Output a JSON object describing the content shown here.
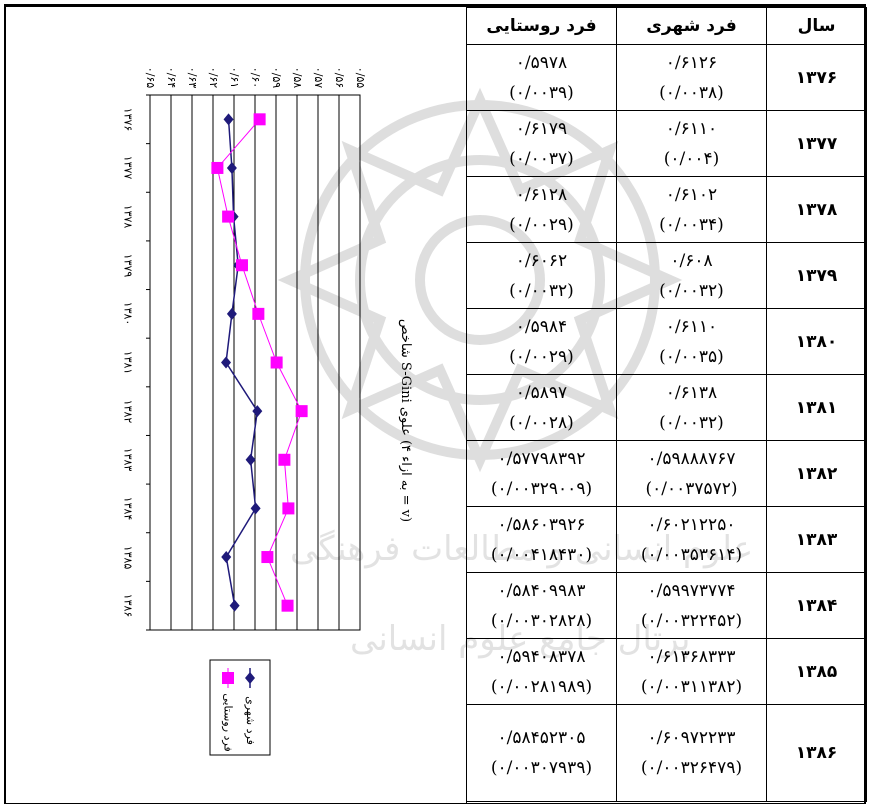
{
  "table": {
    "headers": [
      "سال",
      "فرد شهری",
      "فرد روستایی"
    ],
    "rows": [
      {
        "year": "۱۳۷۶",
        "urban": "۰/۶۱۲۶",
        "urban_se": "(۰/۰۰۳۸)",
        "rural": "۰/۵۹۷۸",
        "rural_se": "(۰/۰۰۳۹)"
      },
      {
        "year": "۱۳۷۷",
        "urban": "۰/۶۱۱۰",
        "urban_se": "(۰/۰۰۴)",
        "rural": "۰/۶۱۷۹",
        "rural_se": "(۰/۰۰۳۷)"
      },
      {
        "year": "۱۳۷۸",
        "urban": "۰/۶۱۰۲",
        "urban_se": "(۰/۰۰۳۴)",
        "rural": "۰/۶۱۲۸",
        "rural_se": "(۰/۰۰۲۹)"
      },
      {
        "year": "۱۳۷۹",
        "urban": "۰/۶۰۸",
        "urban_se": "(۰/۰۰۳۲)",
        "rural": "۰/۶۰۶۲",
        "rural_se": "(۰/۰۰۳۲)"
      },
      {
        "year": "۱۳۸۰",
        "urban": "۰/۶۱۱۰",
        "urban_se": "(۰/۰۰۳۵)",
        "rural": "۰/۵۹۸۴",
        "rural_se": "(۰/۰۰۲۹)"
      },
      {
        "year": "۱۳۸۱",
        "urban": "۰/۶۱۳۸",
        "urban_se": "(۰/۰۰۳۲)",
        "rural": "۰/۵۸۹۷",
        "rural_se": "(۰/۰۰۲۸)"
      },
      {
        "year": "۱۳۸۲",
        "urban": "۰/۵۹۸۸۸۷۶۷",
        "urban_se": "(۰/۰۰۳۷۵۷۲)",
        "rural": "۰/۵۷۷۹۸۳۹۲",
        "rural_se": "(۰/۰۰۳۲۹۰۰۹)"
      },
      {
        "year": "۱۳۸۳",
        "urban": "۰/۶۰۲۱۲۲۵۰",
        "urban_se": "(۰/۰۰۳۵۳۶۱۴)",
        "rural": "۰/۵۸۶۰۳۹۲۶",
        "rural_se": "(۰/۰۰۴۱۸۴۳۰)"
      },
      {
        "year": "۱۳۸۴",
        "urban": "۰/۵۹۹۷۳۷۷۴",
        "urban_se": "(۰/۰۰۳۲۲۴۵۲)",
        "rural": "۰/۵۸۴۰۹۹۸۳",
        "rural_se": "(۰/۰۰۳۰۲۸۲۸)"
      },
      {
        "year": "۱۳۸۵",
        "urban": "۰/۶۱۳۶۸۳۳۳",
        "urban_se": "(۰/۰۰۳۱۱۳۸۲)",
        "rural": "۰/۵۹۴۰۸۳۷۸",
        "rural_se": "(۰/۰۰۲۸۱۹۸۹)"
      },
      {
        "year": "۱۳۸۶",
        "urban": "۰/۶۰۹۷۲۲۳۳",
        "urban_se": "(۰/۰۰۳۲۶۴۷۹)",
        "rural": "۰/۵۸۴۵۲۳۰۵",
        "rural_se": "(۰/۰۰۳۰۷۹۳۹)"
      }
    ]
  },
  "chart_data": {
    "type": "line",
    "title": "شاخص S-Gini علوی (به ازاء ۴ = v)",
    "categories": [
      "۱۳۷۶",
      "۱۳۷۷",
      "۱۳۷۸",
      "۱۳۷۹",
      "۱۳۸۰",
      "۱۳۸۱",
      "۱۳۸۲",
      "۱۳۸۳",
      "۱۳۸۴",
      "۱۳۸۵",
      "۱۳۸۶"
    ],
    "value_ticks": [
      "۰/۶۵",
      "۰/۶۴",
      "۰/۶۳",
      "۰/۶۲",
      "۰/۶۱",
      "۰/۶۰",
      "۰/۵۹",
      "۰/۵۸",
      "۰/۵۷",
      "۰/۵۶",
      "۰/۵۵"
    ],
    "ylim": [
      0.55,
      0.65
    ],
    "series": [
      {
        "name": "فرد شهری",
        "color": "#1f1a7a",
        "marker": "diamond",
        "values": [
          0.6126,
          0.611,
          0.6102,
          0.608,
          0.611,
          0.6138,
          0.5989,
          0.6021,
          0.5997,
          0.6137,
          0.6097
        ]
      },
      {
        "name": "فرد روستایی",
        "color": "#ff00ff",
        "marker": "square",
        "values": [
          0.5978,
          0.6179,
          0.6128,
          0.6062,
          0.5984,
          0.5897,
          0.5778,
          0.586,
          0.5841,
          0.5941,
          0.5845
        ]
      }
    ],
    "legend": "bottom",
    "grid": true
  }
}
